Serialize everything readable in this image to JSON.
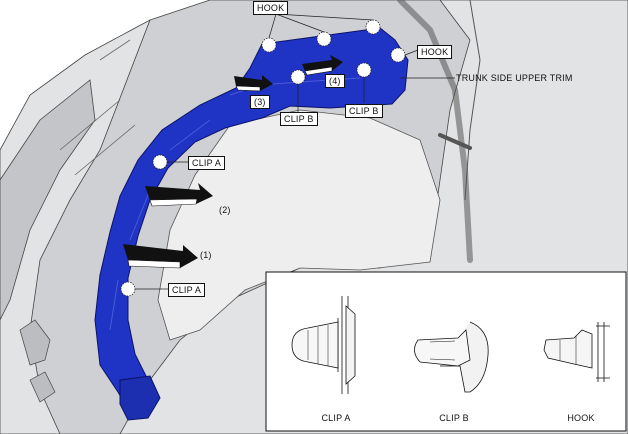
{
  "labels": {
    "hook_top": "HOOK",
    "hook_right": "HOOK",
    "trunk_side_upper_trim": "TRUNK SIDE UPPER TRIM",
    "clip_b_left": "CLIP B",
    "clip_b_right": "CLIP B",
    "clip_a_upper": "CLIP A",
    "clip_a_lower": "CLIP A"
  },
  "steps": {
    "step1": "(1)",
    "step2": "(2)",
    "step3": "(3)",
    "step4": "(4)"
  },
  "detail": {
    "caption_clip_a": "CLIP A",
    "caption_clip_b": "CLIP B",
    "caption_hook": "HOOK"
  },
  "colors": {
    "trim_fill": "#1f33c4",
    "trim_stroke": "#0c136a",
    "body_fill": "#d9dadc",
    "line": "#333333"
  }
}
